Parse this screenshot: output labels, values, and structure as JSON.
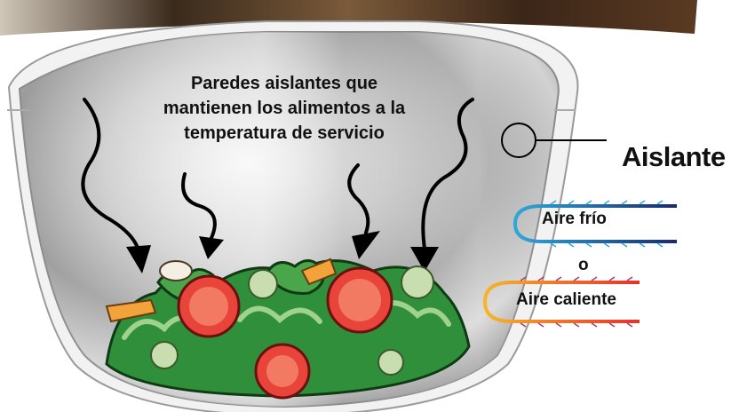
{
  "callout_text": "Paredes aislantes que mantienen los alimentos a la temperatura de servicio",
  "insulation_label": "Aislante",
  "cold_air_label": "Aire frío",
  "or_label": "o",
  "hot_air_label": "Aire caliente",
  "colors": {
    "cold_gradient": [
      "#2fa8d8",
      "#1a2a6c"
    ],
    "hot_gradient": [
      "#f7b52a",
      "#e8302a"
    ],
    "steel_light": "#e8e8e8",
    "steel_dark": "#6e6e6e",
    "lettuce": "#2f8f3a",
    "tomato": "#e8443a"
  }
}
